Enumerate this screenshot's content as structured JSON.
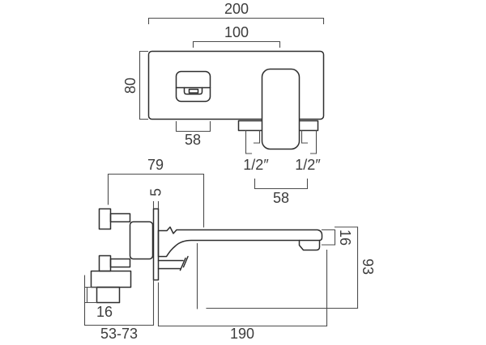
{
  "drawing": {
    "subject": "wall-mounted basin mixer tap dimensional drawing",
    "front_view": {
      "dimensions": {
        "overall_width": "200",
        "fixing_centres": "100",
        "plate_height": "80",
        "spout_width": "58",
        "left_inlet": "1/2″",
        "right_inlet": "1/2″",
        "inlet_centres": "58"
      }
    },
    "side_view": {
      "dimensions": {
        "body_depth": "79",
        "plate_thickness": "5",
        "lower_stub_height": "16",
        "recess_depth_range": "53-73",
        "spout_projection": "190",
        "spout_tip_height": "16",
        "overall_height": "93"
      }
    }
  }
}
